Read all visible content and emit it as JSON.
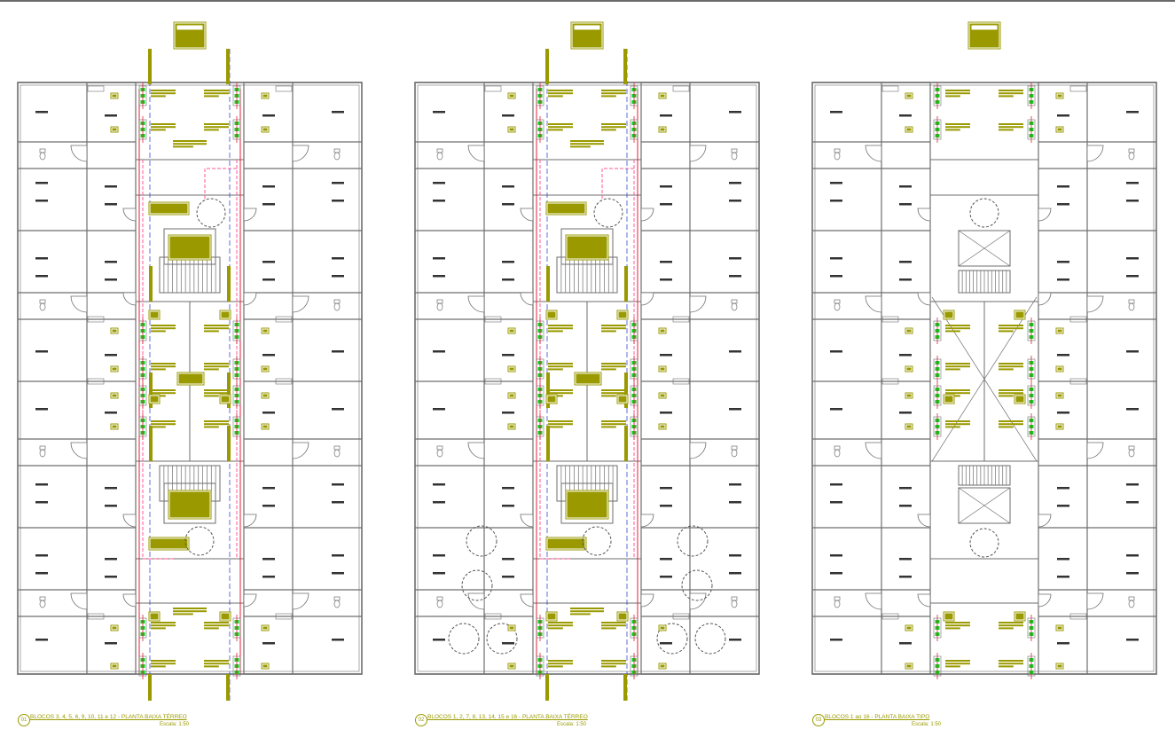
{
  "colors": {
    "wall": "#6e6e6e",
    "label": "#9a9a00",
    "pipe_red": "#e0203a",
    "pipe_pink": "#ff5a9a",
    "pipe_green": "#10d020",
    "pipe_blue": "#2030d0",
    "dash": "#555555"
  },
  "plans": [
    {
      "number": "01",
      "title": "BLOCOS 3, 4, 5, 6, 9, 10, 11 e 12 - PLANTA BAIXA TÉRREO",
      "scale": "Escala: 1:50"
    },
    {
      "number": "02",
      "title": "BLOCOS 1, 2, 7, 8, 13, 14, 15 e 16 - PLANTA BAIXA TÉRREO",
      "scale": "Escala: 1:50"
    },
    {
      "number": "03",
      "title": "BLOCOS 1 ao 16 - PLANTA BAIXA TIPO",
      "scale": "Escala: 1:50"
    }
  ]
}
